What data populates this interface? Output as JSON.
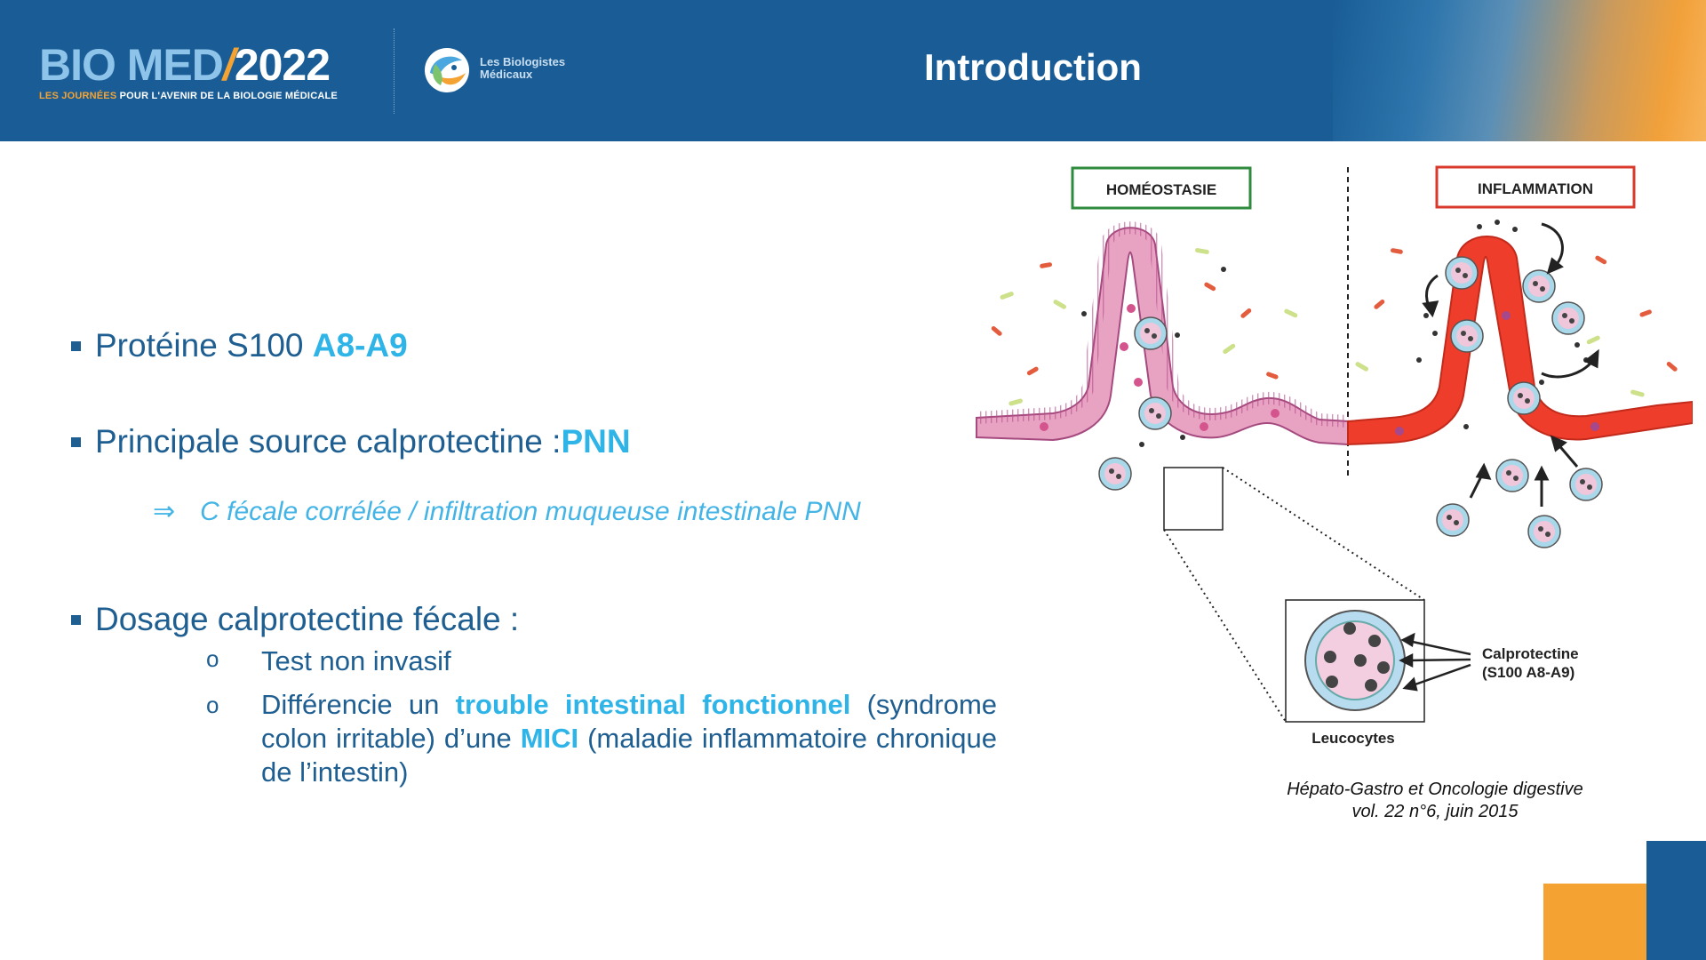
{
  "header": {
    "logo_biomed": "BIO MED",
    "logo_slash": "/",
    "logo_year": "2022",
    "logo_sub_1": "LES JOURNÉES",
    "logo_sub_2": " POUR L'AVENIR DE ",
    "logo_sub_3": "LA BIOLOGIE MÉDICALE",
    "partner_line1": "Les Biologistes",
    "partner_line2": "Médicaux",
    "title": "Introduction"
  },
  "content": {
    "bullet1": {
      "text": "Protéine S100 ",
      "highlight": "A8-A9"
    },
    "bullet2": {
      "text": "Principale source calprotectine : ",
      "highlight": "PNN"
    },
    "arrow": {
      "symbol": "⇒",
      "text": "C fécale corrélée / infiltration muqueuse intestinale PNN"
    },
    "bullet3": {
      "text": "Dosage calprotectine fécale :"
    },
    "sub1": {
      "marker": "o",
      "text": "Test non invasif"
    },
    "sub2": {
      "marker": "o",
      "part1": "Différencie un ",
      "hl1": "trouble intestinal fonctionnel",
      "part2": " (syndrome colon irritable) d’une ",
      "hl2": "MICI",
      "part3": " (maladie inflammatoire chronique de l’intestin)"
    }
  },
  "figure": {
    "label_left": "HOMÉOSTASIE",
    "label_right": "INFLAMMATION",
    "calprotectine_1": "Calprotectine",
    "calprotectine_2": "(S100 A8-A9)",
    "leucocytes": "Leucocytes"
  },
  "caption": {
    "line1": "Hépato-Gastro et Oncologie digestive",
    "line2": "vol. 22 n°6, juin 2015"
  },
  "colors": {
    "header_blue": "#1a5d96",
    "accent_orange": "#f4a333",
    "highlight_cyan": "#2fb4e8",
    "text_blue": "#1e5e91"
  }
}
